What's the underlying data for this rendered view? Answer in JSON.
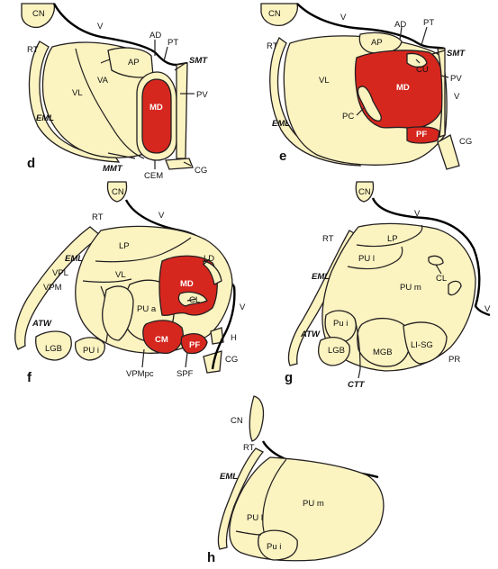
{
  "colors": {
    "tissue": "#fbf3c0",
    "highlight": "#d6271f",
    "outline": "#231f20"
  },
  "panel_d": {
    "letter": "d",
    "labels": {
      "CN": "CN",
      "V": "V",
      "RT": "RT",
      "AD": "AD",
      "PT": "PT",
      "AP": "AP",
      "SMT": "SMT",
      "VA": "VA",
      "VL": "VL",
      "MD": "MD",
      "PV": "PV",
      "EML": "EML",
      "MMT": "MMT",
      "CEM": "CEM",
      "CG": "CG"
    }
  },
  "panel_e": {
    "letter": "e",
    "labels": {
      "CN": "CN",
      "V": "V",
      "AD": "AD",
      "PT": "PT",
      "RT": "RT",
      "AP": "AP",
      "SMT": "SMT",
      "CU": "CU",
      "PV": "PV",
      "VL": "VL",
      "MD": "MD",
      "V2": "V",
      "PC": "PC",
      "EML": "EML",
      "PF": "PF",
      "CG": "CG"
    }
  },
  "panel_f": {
    "letter": "f",
    "labels": {
      "CN": "CN",
      "RT": "RT",
      "V": "V",
      "LP": "LP",
      "EML": "EML",
      "LD": "LD",
      "VPL": "VPL",
      "VL": "VL",
      "VPM": "VPM",
      "MD": "MD",
      "CL": "CL",
      "PUa": "PU a",
      "V2": "V",
      "ATW": "ATW",
      "CM": "CM",
      "H": "H",
      "LGB": "LGB",
      "PUi": "PU i",
      "PF": "PF",
      "CG": "CG",
      "VPMpc": "VPMpc",
      "SPF": "SPF"
    }
  },
  "panel_g": {
    "letter": "g",
    "labels": {
      "CN": "CN",
      "V": "V",
      "RT": "RT",
      "LP": "LP",
      "PUl": "PU l",
      "EML": "EML",
      "PUm": "PU m",
      "CL": "CL",
      "V2": "V",
      "Pui": "Pu i",
      "ATW": "ATW",
      "LGB": "LGB",
      "MGB": "MGB",
      "LISG": "LI-SG",
      "PR": "PR",
      "CTT": "CTT"
    }
  },
  "panel_h": {
    "letter": "h",
    "labels": {
      "CN": "CN",
      "RT": "RT",
      "EML": "EML",
      "PUm": "PU m",
      "PUl": "PU l",
      "Pui": "Pu i"
    }
  }
}
